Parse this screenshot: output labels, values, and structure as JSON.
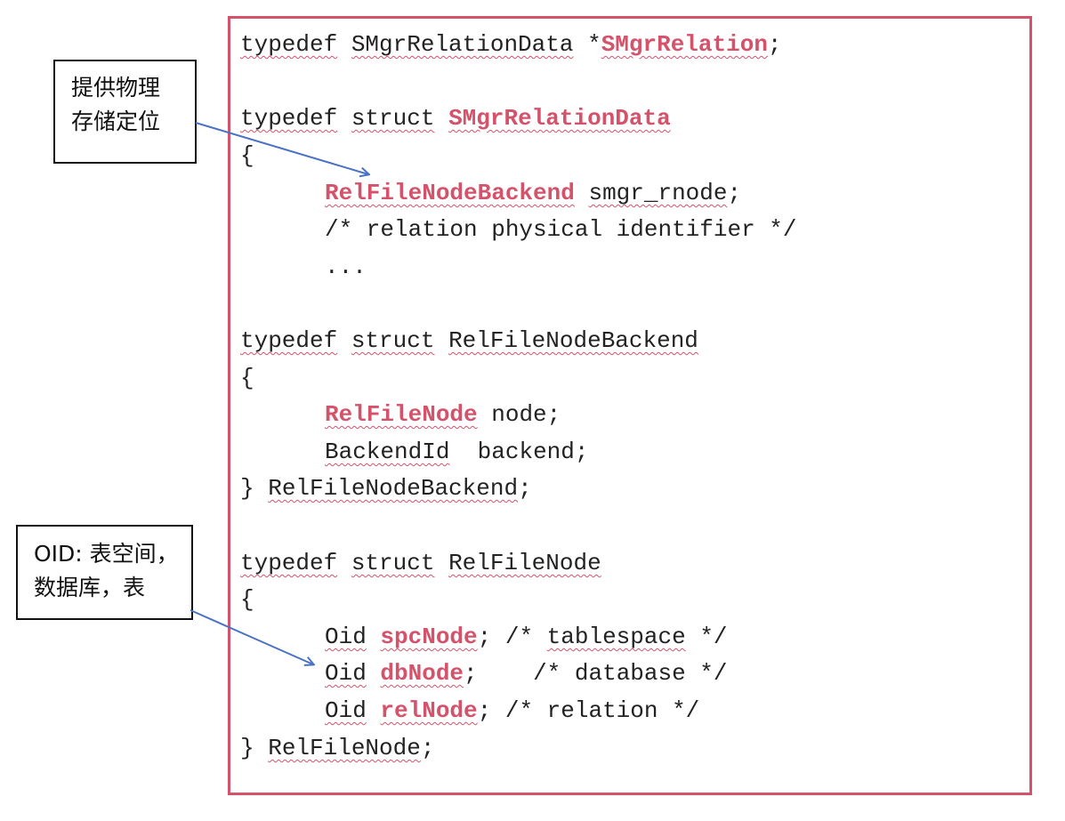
{
  "code": {
    "l1": {
      "a": "typedef",
      "b": "SMgrRelationData",
      "c": "*",
      "d": "SMgrRelation",
      "e": ";"
    },
    "l2": {
      "a": "typedef",
      "b": "struct",
      "c": "SMgrRelationData"
    },
    "l3": "{",
    "l4": {
      "a": "RelFileNodeBackend",
      "b": "smgr_rnode",
      "c": ";"
    },
    "l5": "/* relation physical identifier */",
    "l6": "...",
    "l7": {
      "a": "typedef",
      "b": "struct",
      "c": "RelFileNodeBackend"
    },
    "l8": "{",
    "l9": {
      "a": "RelFileNode",
      "b": "node;"
    },
    "l10": {
      "a": "BackendId",
      "b": "backend;"
    },
    "l11": {
      "a": "}",
      "b": "RelFileNodeBackend",
      "c": ";"
    },
    "l12": {
      "a": "typedef",
      "b": "struct",
      "c": "RelFileNode"
    },
    "l13": "{",
    "l14": {
      "a": "Oid",
      "b": "spcNode",
      "c": "; /*",
      "d": "tablespace",
      "e": "*/"
    },
    "l15": {
      "a": "Oid",
      "b": "dbNode",
      "c": ";",
      "d": "/* database */"
    },
    "l16": {
      "a": "Oid",
      "b": "relNode",
      "c": "; /* relation */"
    },
    "l17": {
      "a": "}",
      "b": "RelFileNode",
      "c": ";"
    }
  },
  "callouts": {
    "top": {
      "line1": "提供物理",
      "line2": "存储定位"
    },
    "bottom": {
      "line1": "OID: 表空间，",
      "line2": "数据库，表"
    }
  },
  "colors": {
    "highlight": "#d4536b",
    "arrow": "#4a72c4",
    "text": "#222222"
  }
}
